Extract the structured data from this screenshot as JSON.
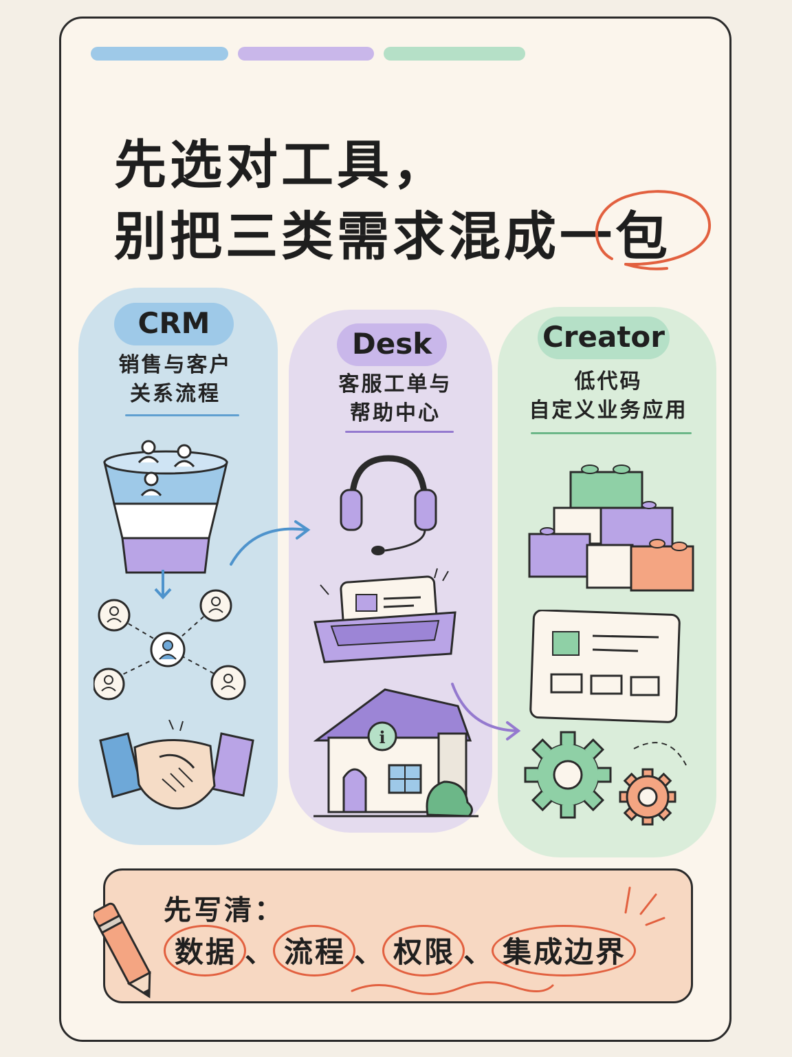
{
  "title": {
    "line1": "先选对工具，",
    "line2": "别把三类需求混成一包"
  },
  "columns": [
    {
      "tag": "CRM",
      "desc_line1": "销售与客户",
      "desc_line2": "关系流程",
      "color": "#9ec9e8",
      "icons": [
        "funnel-icon",
        "people-network-icon",
        "handshake-icon"
      ]
    },
    {
      "tag": "Desk",
      "desc_line1": "客服工单与",
      "desc_line2": "帮助中心",
      "color": "#c9b7ea",
      "icons": [
        "headset-icon",
        "ticket-inbox-icon",
        "help-center-house-icon"
      ]
    },
    {
      "tag": "Creator",
      "desc_line1": "低代码",
      "desc_line2": "自定义业务应用",
      "color": "#b5e0c7",
      "icons": [
        "building-blocks-icon",
        "form-app-icon",
        "gears-icon"
      ]
    }
  ],
  "note": {
    "label": "先写清：",
    "items": [
      "数据",
      "流程",
      "权限",
      "集成边界"
    ],
    "separator": "、",
    "accent": "#e2603f"
  }
}
